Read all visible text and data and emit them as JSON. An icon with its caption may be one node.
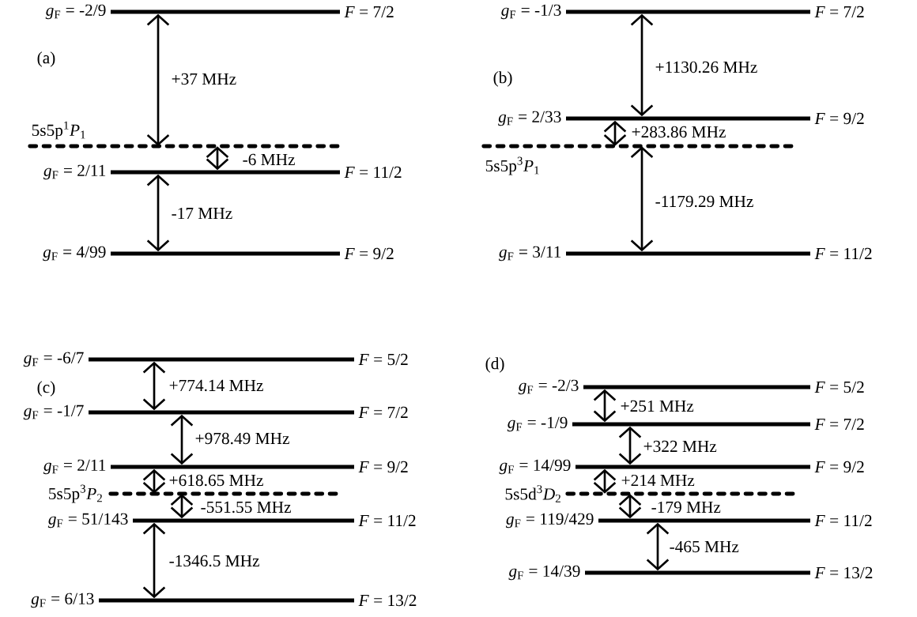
{
  "diagram": {
    "nodes": [
      {
        "text": [],
        "shape": "bar",
        "beside": [
          "*g*$_{F}$ = -2/9",
          "*F* = 7/2"
        ]
      },
      {
        "text": [
          "5s5p$^{1}$*P*$_{1}$"
        ]
      },
      {
        "text": [],
        "shape": "bar",
        "beside": [
          "*g*$_{F}$ = 2/11",
          "*F* = 11/2"
        ]
      },
      {
        "text": [],
        "shape": "bar",
        "beside": [
          "*g*$_{F}$ = 4/99",
          "*F* = 9/2"
        ]
      },
      {
        "text": [],
        "shape": "bar",
        "beside": [
          "*g*$_{F}$ = -1/3",
          "*F* = 7/2"
        ]
      },
      {
        "text": [],
        "shape": "bar",
        "beside": [
          "*g*$_{F}$ = 2/33",
          "*F* = 9/2"
        ]
      },
      {
        "text": [
          "5s5p$^{3}$*P*$_{1}$"
        ]
      },
      {
        "text": [],
        "shape": "bar",
        "beside": [
          "*g*$_{F}$ = 3/11",
          "*F* = 11/2"
        ]
      },
      {
        "text": [],
        "shape": "bar",
        "beside": [
          "*g*$_{F}$ = -6/7",
          "*F* = 5/2"
        ]
      },
      {
        "text": [],
        "shape": "bar",
        "beside": [
          "*g*$_{F}$ = -1/7",
          "*F* = 7/2"
        ]
      },
      {
        "text": [],
        "shape": "bar",
        "beside": [
          "*g*$_{F}$ = 2/11",
          "*F* = 9/2"
        ]
      },
      {
        "text": [
          "5s5p$^{3}$*P*$_{2}$"
        ]
      },
      {
        "text": [],
        "shape": "bar",
        "beside": [
          "*g*$_{F}$ = 51/143",
          "*F* = 11/2"
        ]
      },
      {
        "text": [],
        "shape": "bar",
        "beside": [
          "*g*$_{F}$ = 6/13",
          "*F* = 13/2"
        ]
      },
      {
        "text": [],
        "shape": "bar",
        "beside": [
          "*g*$_{F}$ = -2/3",
          "*F* = 5/2"
        ]
      },
      {
        "text": [],
        "shape": "bar",
        "beside": [
          "*g*$_{F}$ = -1/9",
          "*F* = 7/2"
        ]
      },
      {
        "text": [],
        "shape": "bar",
        "beside": [
          "*g*$_{F}$ = 14/99",
          "*F* = 9/2"
        ]
      },
      {
        "text": [
          "5s5d$^{3}$*D*$_{2}$"
        ]
      },
      {
        "text": [],
        "shape": "bar",
        "beside": [
          "*g*$_{F}$ = 119/429",
          "*F* = 11/2"
        ]
      },
      {
        "text": [],
        "shape": "bar",
        "beside": [
          "*g*$_{F}$ = 14/39",
          "*F* = 13/2"
        ]
      }
    ],
    "edges": [
      {
        "from": 0,
        "to": 1,
        "arrow": "both",
        "label": "+37 MHz"
      },
      {
        "from": 1,
        "to": 2,
        "arrow": "both",
        "label": "-6 MHz"
      },
      {
        "from": 2,
        "to": 3,
        "arrow": "both",
        "label": "-17 MHz"
      },
      {
        "from": 4,
        "to": 5,
        "arrow": "both",
        "label": "+1130.26 MHz"
      },
      {
        "from": 5,
        "to": 6,
        "arrow": "both",
        "label": "+283.86 MHz"
      },
      {
        "from": 6,
        "to": 7,
        "arrow": "both",
        "label": "-1179.29 MHz"
      },
      {
        "from": 8,
        "to": 9,
        "arrow": "both",
        "label": "+774.14 MHz"
      },
      {
        "from": 9,
        "to": 10,
        "arrow": "both",
        "label": "+978.49 MHz"
      },
      {
        "from": 10,
        "to": 11,
        "arrow": "both",
        "label": "+618.65 MHz"
      },
      {
        "from": 11,
        "to": 12,
        "arrow": "both",
        "label": "-551.55 MHz"
      },
      {
        "from": 12,
        "to": 13,
        "arrow": "both",
        "label": "-1346.5 MHz"
      },
      {
        "from": 14,
        "to": 15,
        "arrow": "both",
        "label": "+251 MHz"
      },
      {
        "from": 15,
        "to": 16,
        "arrow": "both",
        "label": "+322 MHz"
      },
      {
        "from": 16,
        "to": 17,
        "arrow": "both",
        "label": "+214 MHz"
      },
      {
        "from": 17,
        "to": 18,
        "arrow": "both",
        "label": "-179 MHz"
      },
      {
        "from": 18,
        "to": 19,
        "arrow": "both",
        "label": "-465 MHz"
      }
    ],
    "labels": [
      "(a)",
      "(b)",
      "(c)",
      "(d)"
    ]
  }
}
